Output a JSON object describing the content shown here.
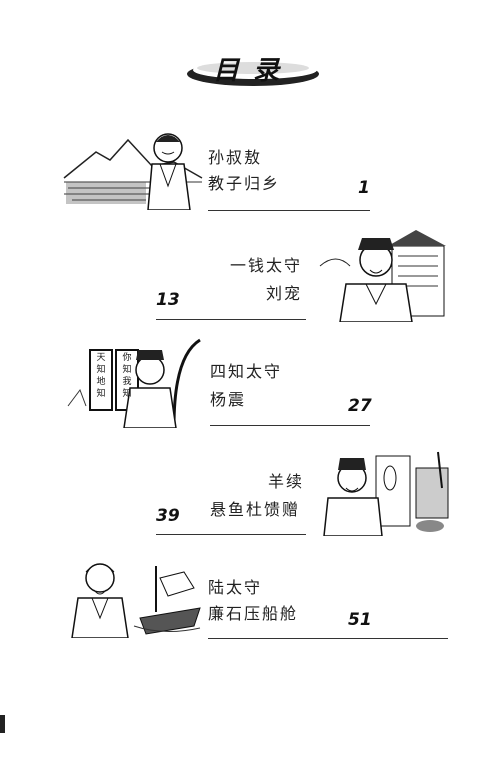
{
  "header": {
    "title": "目录"
  },
  "entries": [
    {
      "title_line1": "孙叔敖",
      "title_line2": "教子归乡",
      "page": "1"
    },
    {
      "title_line1": "一钱太守",
      "title_line2": "刘宠",
      "page": "13"
    },
    {
      "title_line1": "四知太守",
      "title_line2": "杨震",
      "page": "27"
    },
    {
      "title_line1": "羊续",
      "title_line2": "悬鱼杜馈赠",
      "page": "39"
    },
    {
      "title_line1": "陆太守",
      "title_line2": "廉石压船舱",
      "page": "51"
    }
  ],
  "illustrations": [
    {
      "icon": "mountain-landscape-scholar-icon",
      "scroll_text_left": "",
      "scroll_text_right": ""
    },
    {
      "icon": "official-with-palace-icon"
    },
    {
      "icon": "official-with-scrolls-icon",
      "scroll_text_left": "天知地知",
      "scroll_text_right": "你知我知"
    },
    {
      "icon": "official-with-hanging-fish-icon"
    },
    {
      "icon": "elder-with-boat-icon"
    }
  ]
}
